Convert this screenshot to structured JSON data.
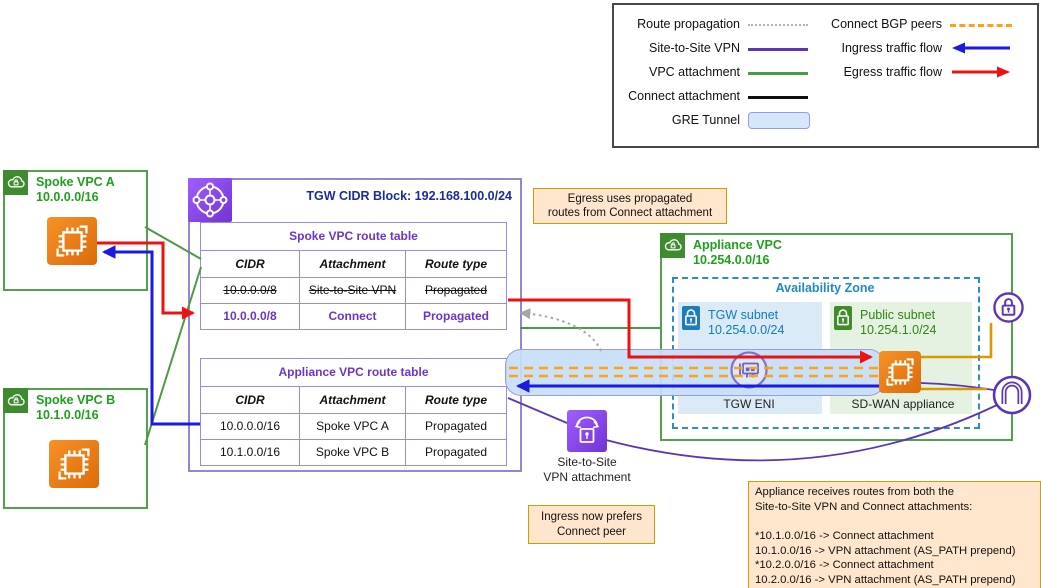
{
  "legend": {
    "left": [
      {
        "label": "Route propagation"
      },
      {
        "label": "Site-to-Site VPN"
      },
      {
        "label": "VPC attachment"
      },
      {
        "label": "Connect attachment"
      },
      {
        "label": "GRE Tunnel"
      }
    ],
    "right": [
      {
        "label": "Connect BGP peers"
      },
      {
        "label": "Ingress traffic flow"
      },
      {
        "label": "Egress traffic flow"
      }
    ]
  },
  "spoke_vpc_a": {
    "name": "Spoke VPC A",
    "cidr": "10.0.0.0/16"
  },
  "spoke_vpc_b": {
    "name": "Spoke VPC B",
    "cidr": "10.1.0.0/16"
  },
  "tgw": {
    "cidr_title": "TGW CIDR Block: 192.168.100.0/24",
    "spoke_table": {
      "title": "Spoke VPC route table",
      "headers": [
        "CIDR",
        "Attachment",
        "Route type"
      ],
      "rows": [
        {
          "cidr": "10.0.0.0/8",
          "attachment": "Site-to-Site VPN",
          "type": "Propagated"
        },
        {
          "cidr": "10.0.0.0/8",
          "attachment": "Connect",
          "type": "Propagated"
        }
      ]
    },
    "appliance_table": {
      "title": "Appliance VPC route table",
      "headers": [
        "CIDR",
        "Attachment",
        "Route type"
      ],
      "rows": [
        {
          "cidr": "10.0.0.0/16",
          "attachment": "Spoke VPC A",
          "type": "Propagated"
        },
        {
          "cidr": "10.1.0.0/16",
          "attachment": "Spoke VPC B",
          "type": "Propagated"
        }
      ]
    }
  },
  "appliance_vpc": {
    "name": "Appliance VPC",
    "cidr": "10.254.0.0/16",
    "availability_zone": "Availability Zone",
    "tgw_subnet": {
      "name": "TGW subnet",
      "cidr": "10.254.0.0/24"
    },
    "public_subnet": {
      "name": "Public subnet",
      "cidr": "10.254.1.0/24"
    },
    "tgw_eni": "TGW ENI",
    "sdwan": "SD-WAN appliance"
  },
  "vpn_attachment": {
    "line1": "Site-to-Site",
    "line2": "VPN attachment"
  },
  "callouts": {
    "egress": {
      "line1": "Egress uses propagated",
      "line2": "routes from Connect attachment"
    },
    "ingress": {
      "line1": "Ingress now prefers",
      "line2": "Connect peer"
    },
    "routes": {
      "lines": [
        "Appliance receives routes from both the",
        "Site-to-Site VPN and Connect attachments:",
        "",
        "*10.1.0.0/16 -> Connect attachment",
        "10.1.0.0/16 -> VPN attachment (AS_PATH prepend)",
        "*10.2.0.0/16 -> Connect attachment",
        "10.2.0.0/16 -> VPN attachment (AS_PATH prepend)"
      ]
    }
  },
  "colors": {
    "green_line": "#4D9A44",
    "green_text": "#1FA01C",
    "purple_line": "#5B35B5",
    "purple_light": "#9485D6",
    "purple_text": "#6C35C9",
    "dark_blue": "#1A2C9E",
    "ingress_blue": "#1A1AE0",
    "egress_red": "#EE1111",
    "bgp_orange": "#FFA216",
    "connector_orange": "#D79B00",
    "route_prop_gray": "#A6A6A6",
    "callout_bg": "#FFE6CC",
    "callout_border": "#D79B00",
    "gre_fill": "#C7DEF7",
    "gre_border": "#8F8FD9",
    "az_blue": "#2188C9",
    "subnet_blue": "#0E7DB8",
    "subnet_green": "#2D8515"
  }
}
